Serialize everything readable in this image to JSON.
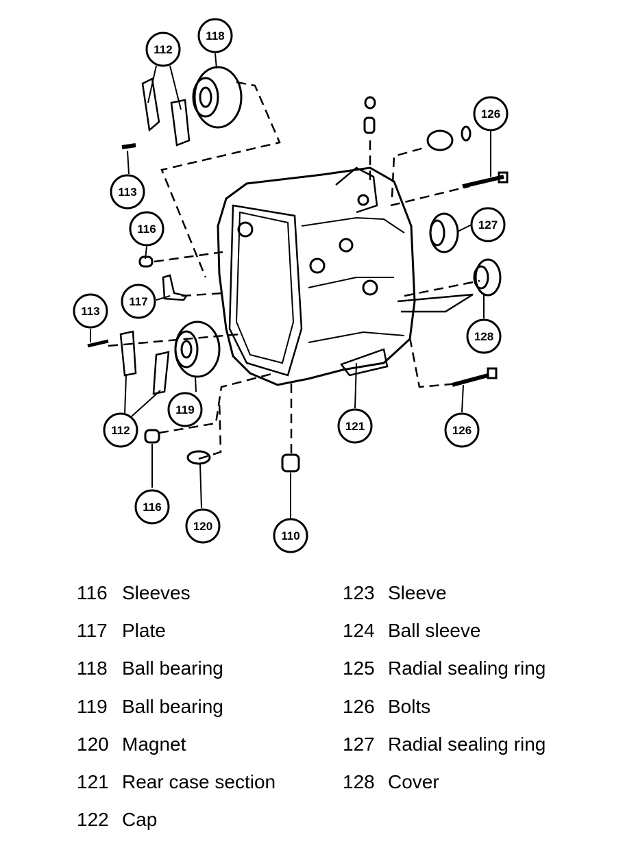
{
  "callouts": {
    "c112a": "112",
    "c118": "118",
    "c126a": "126",
    "c113a": "113",
    "c116a": "116",
    "c127": "127",
    "c117": "117",
    "c113b": "113",
    "c128": "128",
    "c119": "119",
    "c112b": "112",
    "c121": "121",
    "c126b": "126",
    "c116b": "116",
    "c120": "120",
    "c110": "110"
  },
  "legend": {
    "left": [
      {
        "num": "116",
        "label": "Sleeves"
      },
      {
        "num": "117",
        "label": "Plate"
      },
      {
        "num": "118",
        "label": "Ball bearing"
      },
      {
        "num": "119",
        "label": "Ball bearing"
      },
      {
        "num": "120",
        "label": "Magnet"
      },
      {
        "num": "121",
        "label": "Rear case section"
      },
      {
        "num": "122",
        "label": "Cap"
      }
    ],
    "right": [
      {
        "num": "123",
        "label": "Sleeve"
      },
      {
        "num": "124",
        "label": "Ball sleeve"
      },
      {
        "num": "125",
        "label": "Radial sealing ring"
      },
      {
        "num": "126",
        "label": "Bolts"
      },
      {
        "num": "127",
        "label": "Radial sealing ring"
      },
      {
        "num": "128",
        "label": "Cover"
      }
    ]
  }
}
